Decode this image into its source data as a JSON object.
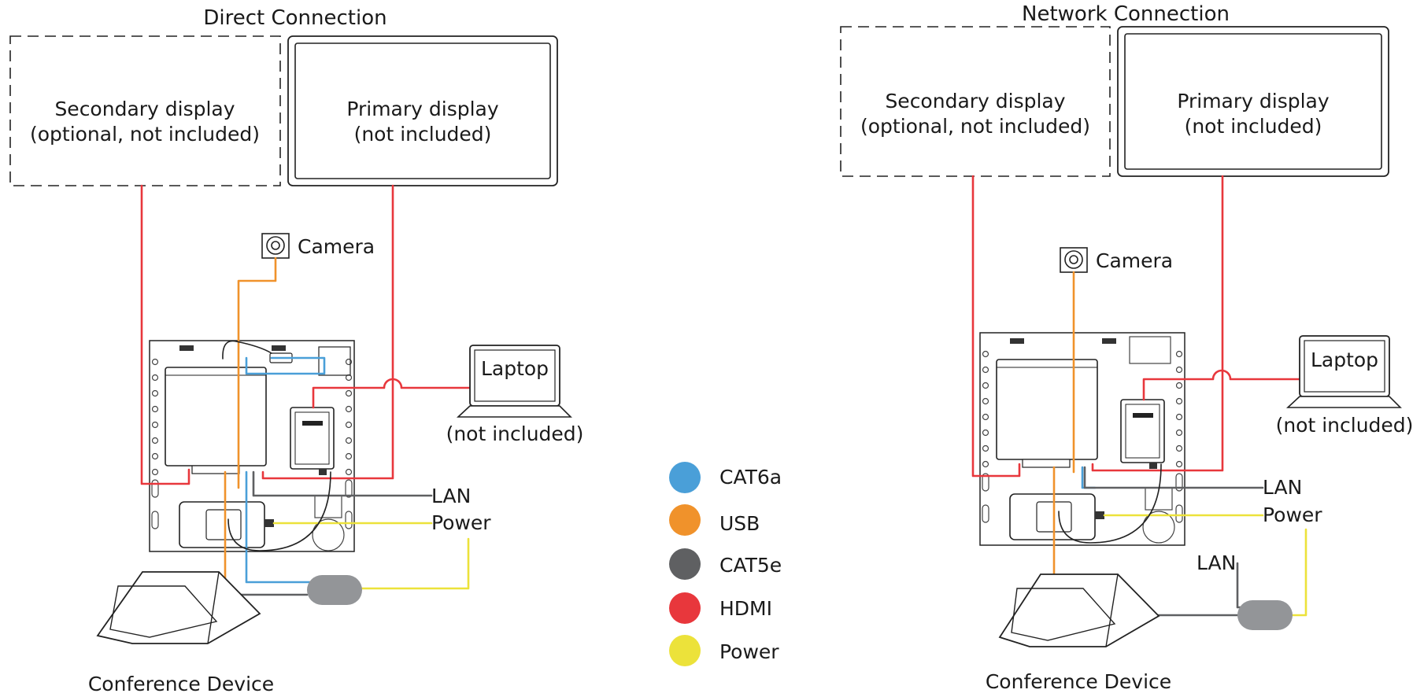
{
  "direct": {
    "title": "Direct Connection",
    "secondary_line1": "Secondary display",
    "secondary_line2": "(optional, not included)",
    "primary_line1": "Primary display",
    "primary_line2": "(not included)",
    "camera": "Camera",
    "laptop": "Laptop",
    "laptop_note": "(not included)",
    "lan": "LAN",
    "power": "Power",
    "conference": "Conference Device"
  },
  "network": {
    "title": "Network Connection",
    "secondary_line1": "Secondary display",
    "secondary_line2": "(optional, not included)",
    "primary_line1": "Primary display",
    "primary_line2": "(not included)",
    "camera": "Camera",
    "laptop": "Laptop",
    "laptop_note": "(not included)",
    "lan": "LAN",
    "power": "Power",
    "lan_switch": "LAN",
    "conference": "Conference Device"
  },
  "legend": [
    {
      "label": "CAT6a",
      "color": "#4a9fd8"
    },
    {
      "label": "USB",
      "color": "#f0922b"
    },
    {
      "label": "CAT5e",
      "color": "#5f6062"
    },
    {
      "label": "HDMI",
      "color": "#e8373c"
    },
    {
      "label": "Power",
      "color": "#ece23a"
    }
  ],
  "colors": {
    "hdmi": "#e8373c",
    "usb": "#f0922b",
    "cat6a": "#4a9fd8",
    "cat5e": "#5f6062",
    "power": "#ece23a",
    "outline": "#222222",
    "adapter": "#939598"
  }
}
